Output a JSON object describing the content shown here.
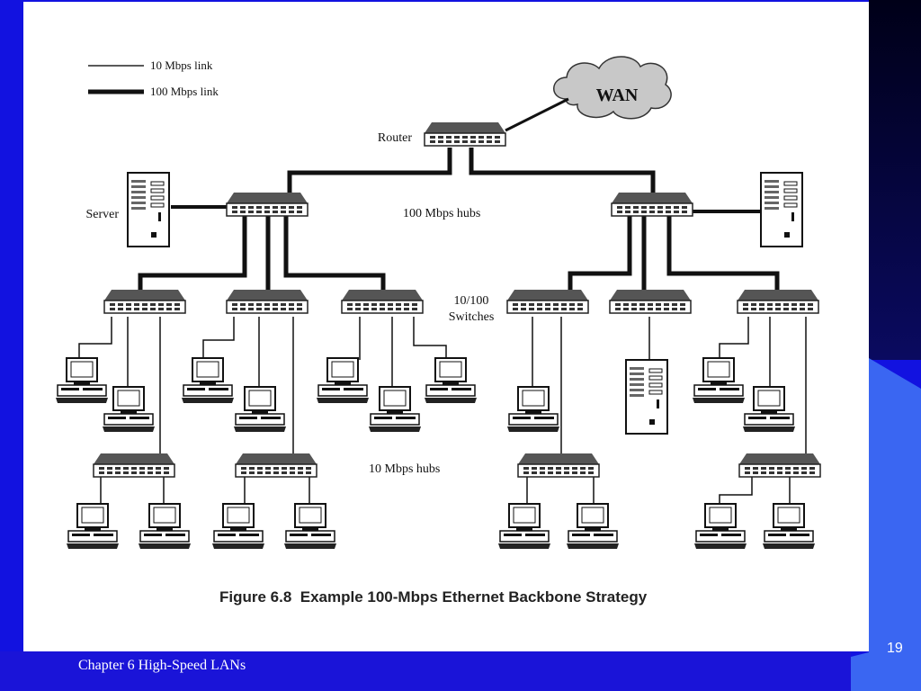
{
  "slide": {
    "footer": "Chapter 6 High-Speed LANs",
    "page_number": "19"
  },
  "legend": {
    "thin_label": "10 Mbps link",
    "thick_label": "100 Mbps link"
  },
  "labels": {
    "wan": "WAN",
    "router": "Router",
    "server": "Server",
    "hubs_100": "100 Mbps hubs",
    "switches_line1": "10/100",
    "switches_line2": "Switches",
    "hubs_10": "10 Mbps hubs"
  },
  "caption": "Figure 6.8  Example 100-Mbps Ethernet Backbone Strategy",
  "colors": {
    "slide_blue": "#1212e0",
    "accent_blue": "#3a66f2",
    "dark_navy": "#000022"
  }
}
